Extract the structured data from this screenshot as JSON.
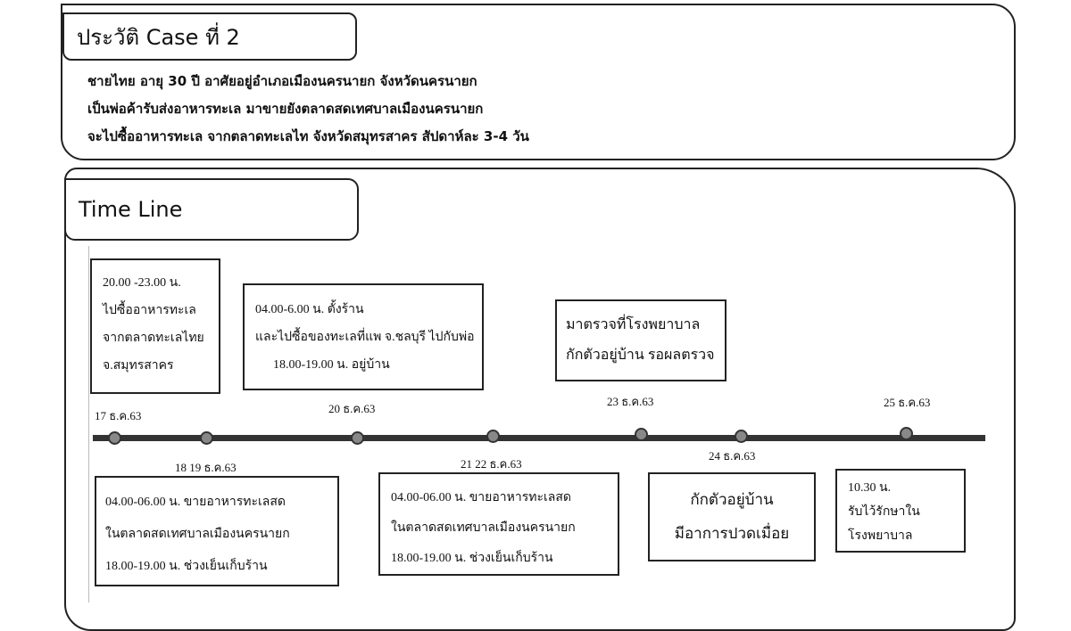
{
  "history": {
    "title": "ประวัติ Case ที่ 2",
    "lines": [
      "ชายไทย อายุ 30 ปี  อาศัยอยู่อำเภอเมืองนครนายก จังหวัดนครนายก",
      "เป็นพ่อค้ารับส่งอาหารทะเล มาขายยังตลาดสดเทศบาลเมืองนครนายก",
      "จะไปซื้ออาหารทะเล จากตลาดทะเลไท จังหวัดสมุทรสาคร สัปดาห์ละ 3-4 วัน"
    ]
  },
  "timeline": {
    "title": "Time Line",
    "top_events": [
      {
        "lines": [
          "20.00 -23.00 น.",
          "ไปซื้ออาหารทะเล",
          "จากตลาดทะเลไทย",
          "จ.สมุทรสาคร"
        ]
      },
      {
        "lines": [
          "04.00-6.00 น. ตั้งร้าน",
          "และไปซื้อของทะเลที่แพ จ.ชลบุรี ไปกับพ่อ",
          "18.00-19.00 น. อยู่บ้าน"
        ]
      },
      {
        "lines": [
          "มาตรวจที่โรงพยาบาล",
          "กักตัวอยู่บ้าน รอผลตรวจ"
        ]
      }
    ],
    "bottom_events": [
      {
        "lines": [
          "04.00-06.00 น. ขายอาหารทะเลสด",
          "ในตลาดสดเทศบาลเมืองนครนายก",
          "18.00-19.00 น. ช่วงเย็นเก็บร้าน"
        ]
      },
      {
        "lines": [
          "04.00-06.00 น. ขายอาหารทะเลสด",
          "ในตลาดสดเทศบาลเมืองนครนายก",
          "18.00-19.00 น. ช่วงเย็นเก็บร้าน"
        ]
      },
      {
        "lines": [
          "กักตัวอยู่บ้าน",
          "มีอาการปวดเมื่อย"
        ]
      },
      {
        "lines": [
          "10.30 น.",
          "รับไว้รักษาใน",
          "โรงพยาบาล"
        ]
      }
    ],
    "dates": [
      "17 ธ.ค.63",
      "18 19 ธ.ค.63",
      "20 ธ.ค.63",
      "21 22 ธ.ค.63",
      "23 ธ.ค.63",
      "24 ธ.ค.63",
      "25 ธ.ค.63"
    ]
  }
}
